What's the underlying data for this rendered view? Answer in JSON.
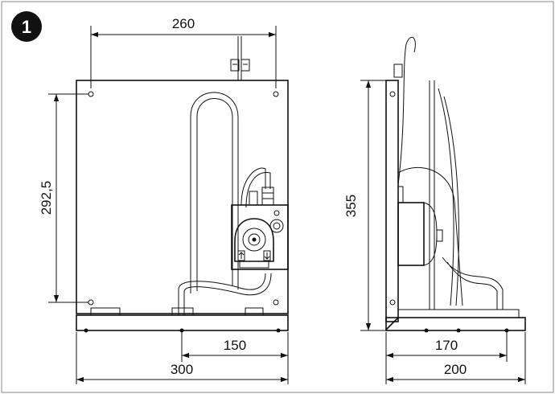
{
  "badge": {
    "label": "1"
  },
  "dimensions": {
    "front_top_width": "260",
    "front_hole_spacing": "292,5",
    "front_base_offset": "150",
    "front_total_width": "300",
    "side_height": "355",
    "side_base_offset": "170",
    "side_total_depth": "200"
  },
  "colors": {
    "line": "#111111",
    "frame": "#888888",
    "badge_bg": "#111111"
  },
  "icons": {
    "pump": "peristaltic-pump-icon",
    "connector": "wire-connector-icon"
  }
}
